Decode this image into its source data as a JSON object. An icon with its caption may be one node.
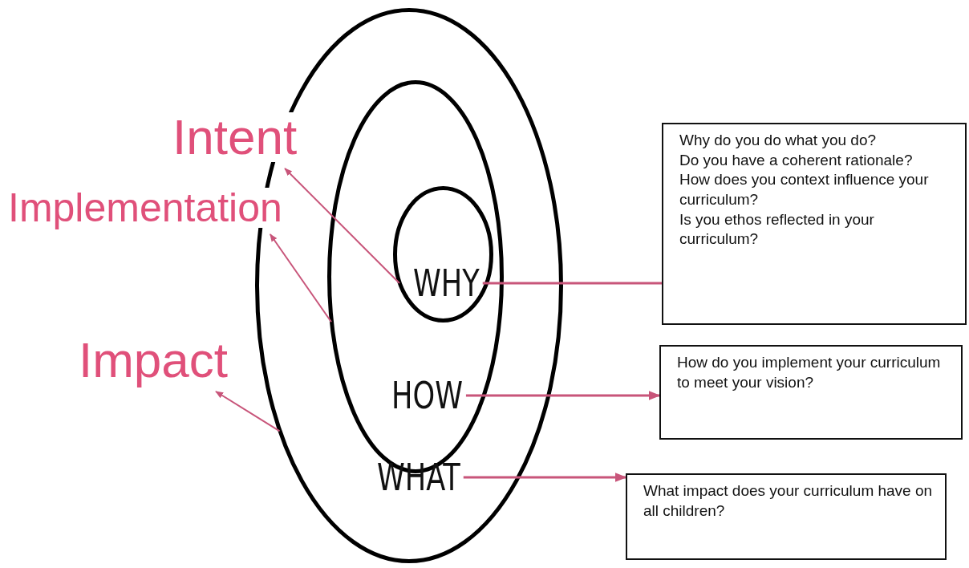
{
  "diagram": {
    "nodes": [
      {
        "text": [
          "WHAT"
        ]
      },
      {
        "text": [
          "HOW"
        ],
        "in": 0
      },
      {
        "text": [
          "WHY"
        ],
        "in": 1
      },
      {
        "text": [
          "Intent"
        ]
      },
      {
        "text": [
          "Implementation"
        ]
      },
      {
        "text": [
          "Impact"
        ]
      },
      {
        "text": [
          "Why do you do what you do?",
          "Do you have a coherent rationale?",
          "How does you context influence your curriculum?",
          "Is you ethos reflected in your curriculum?"
        ]
      },
      {
        "text": [
          "How do you implement your curriculum to meet your vision?"
        ]
      },
      {
        "text": [
          "What impact does your curriculum have on all children?"
        ]
      }
    ],
    "edges": [
      {
        "from": 2,
        "to": 3,
        "arrow": "to"
      },
      {
        "from": 2,
        "to": 6,
        "arrow": "none"
      },
      {
        "from": 1,
        "to": 4,
        "arrow": "to"
      },
      {
        "from": 1,
        "to": 7,
        "arrow": "to"
      },
      {
        "from": 0,
        "to": 5,
        "arrow": "to"
      },
      {
        "from": 0,
        "to": 8,
        "arrow": "to"
      }
    ]
  }
}
